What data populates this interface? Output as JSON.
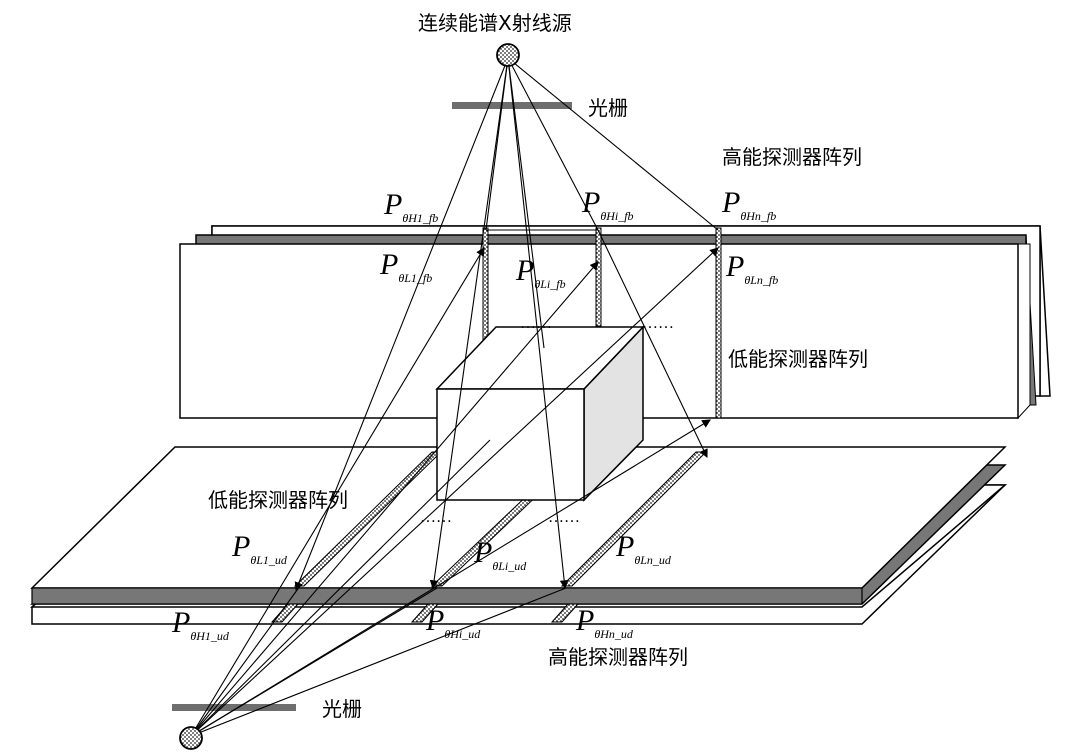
{
  "labels": {
    "source": "连续能谱X射线源",
    "grating_top": "光栅",
    "grating_bottom": "光栅",
    "high_array_back": "高能探测器阵列",
    "low_array_back": "低能探测器阵列",
    "low_array_bottom": "低能探测器阵列",
    "high_array_bottom": "高能探测器阵列"
  },
  "projections": {
    "h1_fb": {
      "main": "P",
      "sub": "θH1_fb"
    },
    "hi_fb": {
      "main": "P",
      "sub": "θHi_fb"
    },
    "hn_fb": {
      "main": "P",
      "sub": "θHn_fb"
    },
    "l1_fb": {
      "main": "P",
      "sub": "θL1_fb"
    },
    "li_fb": {
      "main": "P",
      "sub": "θLi_fb"
    },
    "ln_fb": {
      "main": "P",
      "sub": "θLn_fb"
    },
    "l1_ud": {
      "main": "P",
      "sub": "θL1_ud"
    },
    "li_ud": {
      "main": "P",
      "sub": "θLi_ud"
    },
    "ln_ud": {
      "main": "P",
      "sub": "θLn_ud"
    },
    "h1_ud": {
      "main": "P",
      "sub": "θH1_ud"
    },
    "hi_ud": {
      "main": "P",
      "sub": "θHi_ud"
    },
    "hn_ud": {
      "main": "P",
      "sub": "θHn_ud"
    }
  },
  "ellipsis": "……",
  "colors": {
    "frame": "#000000",
    "shade": "#777777",
    "grating": "#6e6e6e",
    "object_side": "#e3e3e3",
    "detector_strip": "#9a9a9a"
  }
}
